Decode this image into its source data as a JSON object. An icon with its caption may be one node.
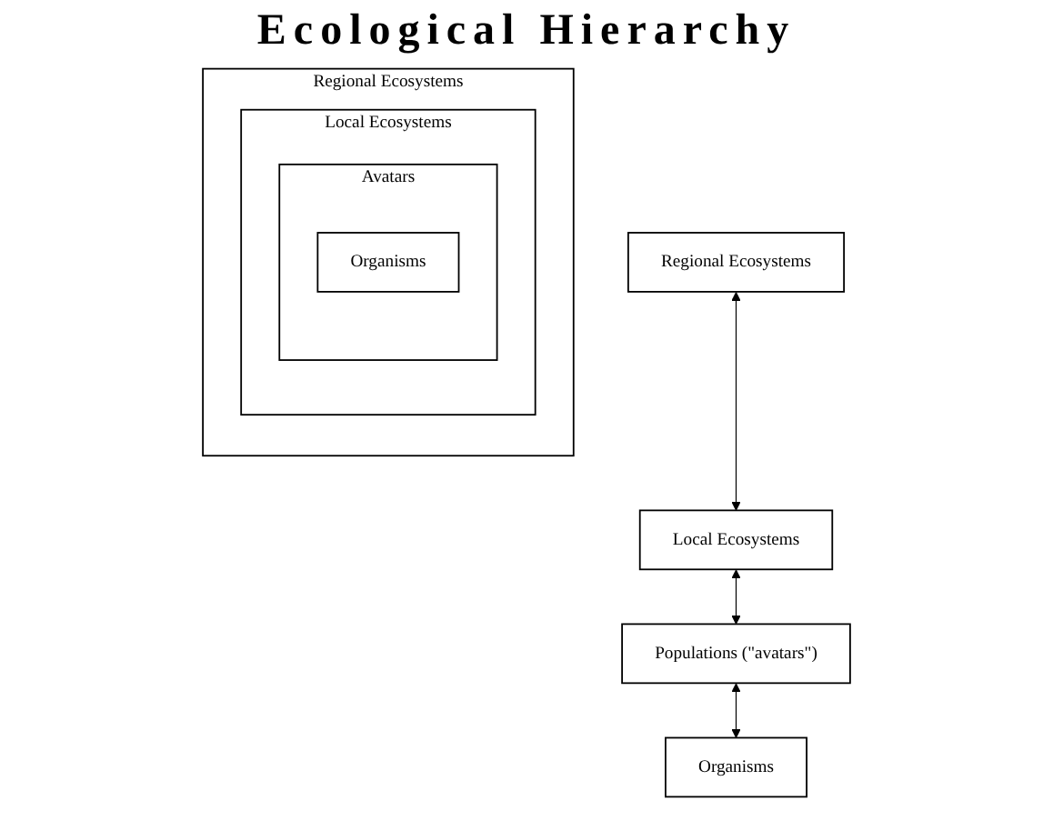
{
  "diagram": {
    "title": "Ecological Hierarchy",
    "nodes": [
      {
        "text": [
          "Regional Ecosystems"
        ]
      },
      {
        "text": [
          "Local Ecosystems"
        ],
        "in": 0
      },
      {
        "text": [
          "Avatars"
        ],
        "in": 1
      },
      {
        "text": [
          "Organisms"
        ],
        "in": 2
      },
      {
        "text": [
          "Regional Ecosystems"
        ]
      },
      {
        "text": [
          "Local Ecosystems"
        ]
      },
      {
        "text": [
          "Populations (\"avatars\")"
        ]
      },
      {
        "text": [
          "Organisms"
        ]
      }
    ],
    "edges": [
      {
        "from": 4,
        "to": 5,
        "arrow": "both"
      },
      {
        "from": 5,
        "to": 6,
        "arrow": "both"
      },
      {
        "from": 6,
        "to": 7,
        "arrow": "both"
      }
    ]
  }
}
